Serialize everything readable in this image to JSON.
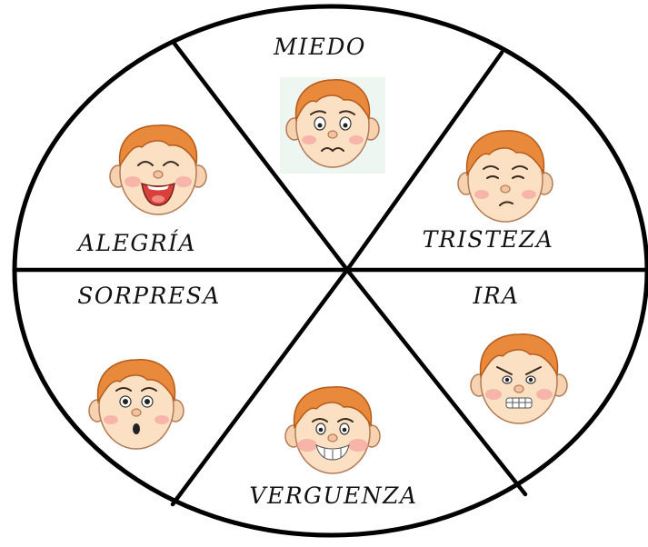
{
  "wheel": {
    "sections": [
      {
        "id": "miedo",
        "label": "MIEDO",
        "face_icon": "scared-face-icon"
      },
      {
        "id": "tristeza",
        "label": "TRISTEZA",
        "face_icon": "sad-face-icon"
      },
      {
        "id": "ira",
        "label": "IRA",
        "face_icon": "angry-face-icon"
      },
      {
        "id": "verguenza",
        "label": "VERGUENZA",
        "face_icon": "embarrassed-face-icon"
      },
      {
        "id": "sorpresa",
        "label": "SORPRESA",
        "face_icon": "surprised-face-icon"
      },
      {
        "id": "alegria",
        "label": "ALEGRÍA",
        "face_icon": "happy-face-icon"
      }
    ]
  },
  "colors": {
    "outline": "#000000",
    "background": "#ffffff",
    "hair": "#e9893b",
    "skin": "#fbe0c3",
    "cheeks": "#f6a7a0"
  }
}
